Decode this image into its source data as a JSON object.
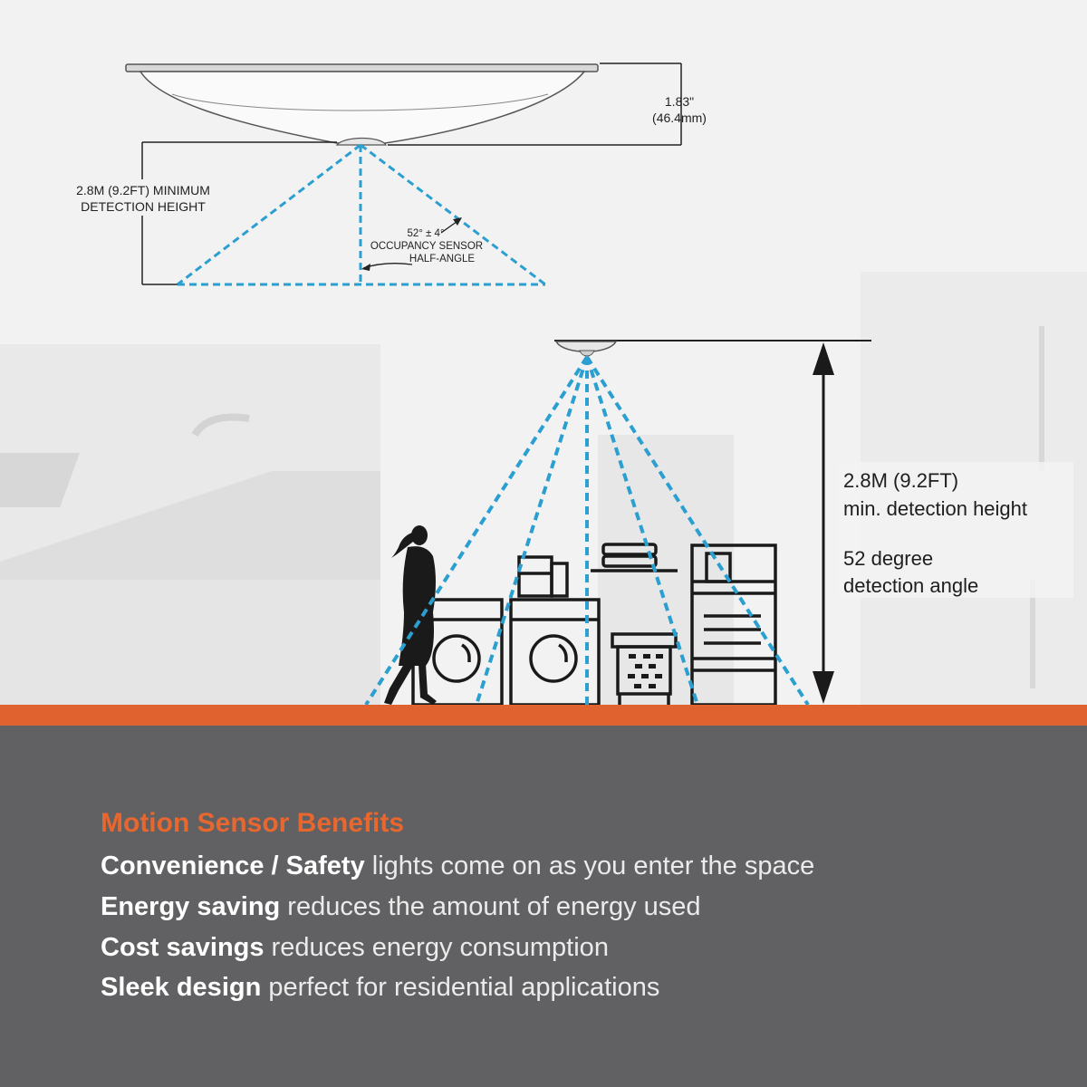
{
  "fixture_diagram": {
    "height_dim": "1.83\"",
    "height_dim_mm": "(46.4mm)",
    "min_height_line1": "2.8M (9.2FT) MINIMUM",
    "min_height_line2": "DETECTION HEIGHT",
    "angle_value": "52° ± 4°",
    "angle_line2": "OCCUPANCY SENSOR",
    "angle_line3": "HALF-ANGLE"
  },
  "room_diagram": {
    "height_label_1": "2.8M (9.2FT)",
    "height_label_2": "min. detection height",
    "angle_label_1": "52 degree",
    "angle_label_2": "detection angle"
  },
  "colors": {
    "accent_orange": "#e0622e",
    "panel_gray": "#616163",
    "detection_blue": "#2a9fd0"
  },
  "benefits": {
    "title": "Motion Sensor Benefits",
    "items": [
      {
        "bold": "Convenience / Safety",
        "text": " lights come on as you enter the space"
      },
      {
        "bold": "Energy saving",
        "text": " reduces the amount of energy used"
      },
      {
        "bold": "Cost savings",
        "text": " reduces energy consumption"
      },
      {
        "bold": "Sleek design",
        "text": " perfect for residential applications"
      }
    ]
  }
}
